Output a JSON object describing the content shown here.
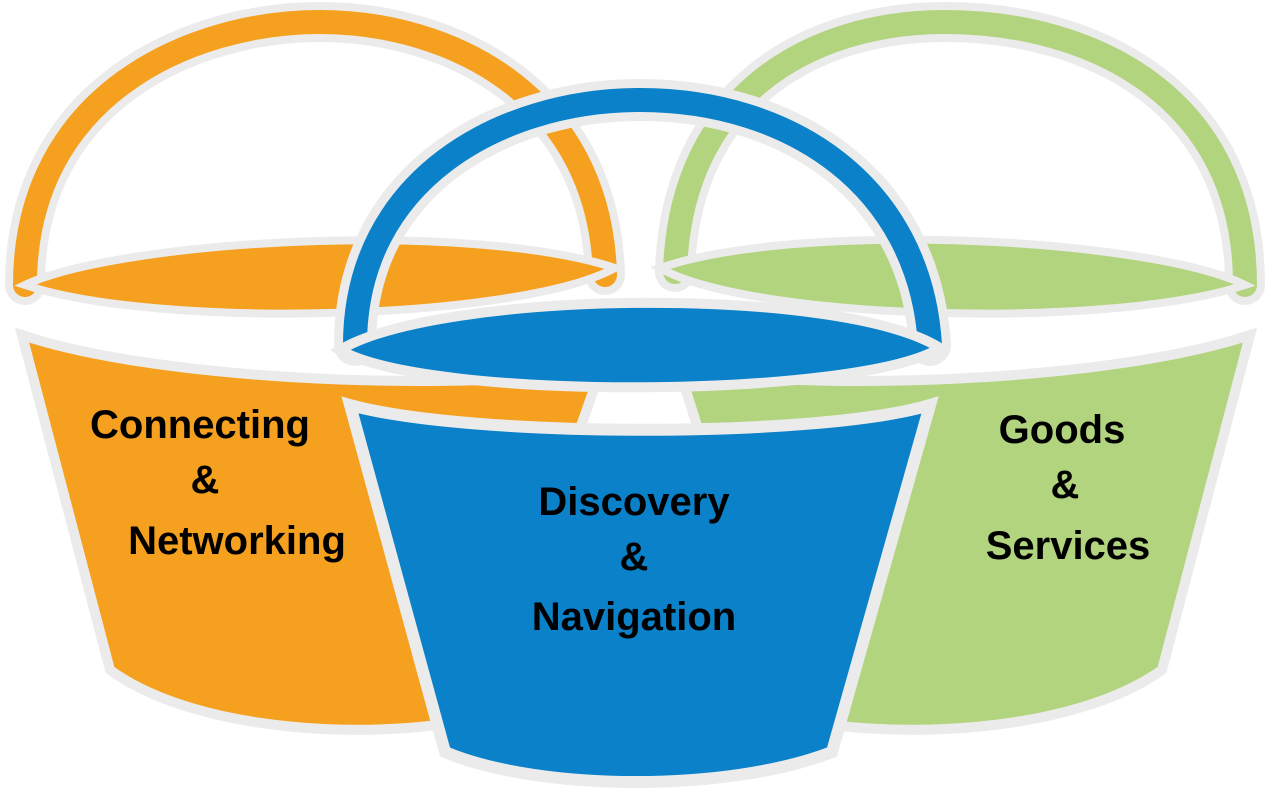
{
  "colors": {
    "background": "#ffffff",
    "outline": "#ebebeb",
    "orange": "#f5a01e",
    "blue": "#0a81c8",
    "green": "#b3d47e",
    "text": "#000000"
  },
  "buckets": [
    {
      "id": "connecting",
      "color_key": "orange",
      "lines": [
        "Connecting",
        "&",
        "Networking"
      ]
    },
    {
      "id": "goods",
      "color_key": "green",
      "lines": [
        "Goods",
        "&",
        "Services"
      ]
    },
    {
      "id": "discovery",
      "color_key": "blue",
      "lines": [
        "Discovery",
        "&",
        "Navigation"
      ]
    }
  ]
}
